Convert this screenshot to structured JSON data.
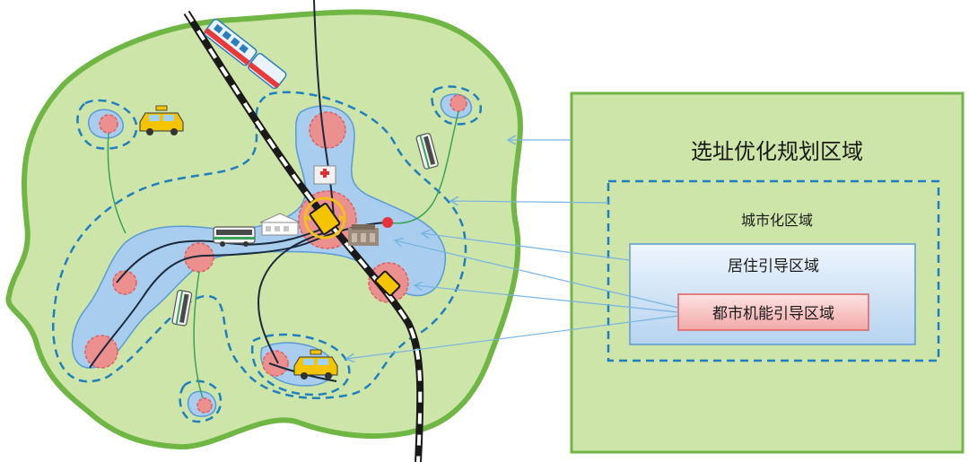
{
  "legend": {
    "title": "选址优化规划区域",
    "urbanization_area": "城市化区域",
    "residential_guidance_area": "居住引导区域",
    "urban_function_guidance_area": "都市机能引导区域"
  },
  "colors": {
    "planning_area_fill": "#cde5a8",
    "planning_area_stroke": "#6fb645",
    "residential_fill": "#a9cdef",
    "residential_stroke": "#5b9bd5",
    "urban_function_fill": "#ec8f8f",
    "urban_function_stroke": "#e06060",
    "urbanization_dash": "#1f7fc0",
    "railway": "#1a1a1a",
    "connector_line": "#3aa35a",
    "arrow": "#79b4e3"
  },
  "icons": {
    "taxi": "taxi-icon",
    "bus": "bus-icon",
    "train": "train-icon",
    "hospital": "hospital-icon",
    "station": "station-building-icon",
    "goods": "warehouse-icon",
    "tram": "tram-icon"
  }
}
